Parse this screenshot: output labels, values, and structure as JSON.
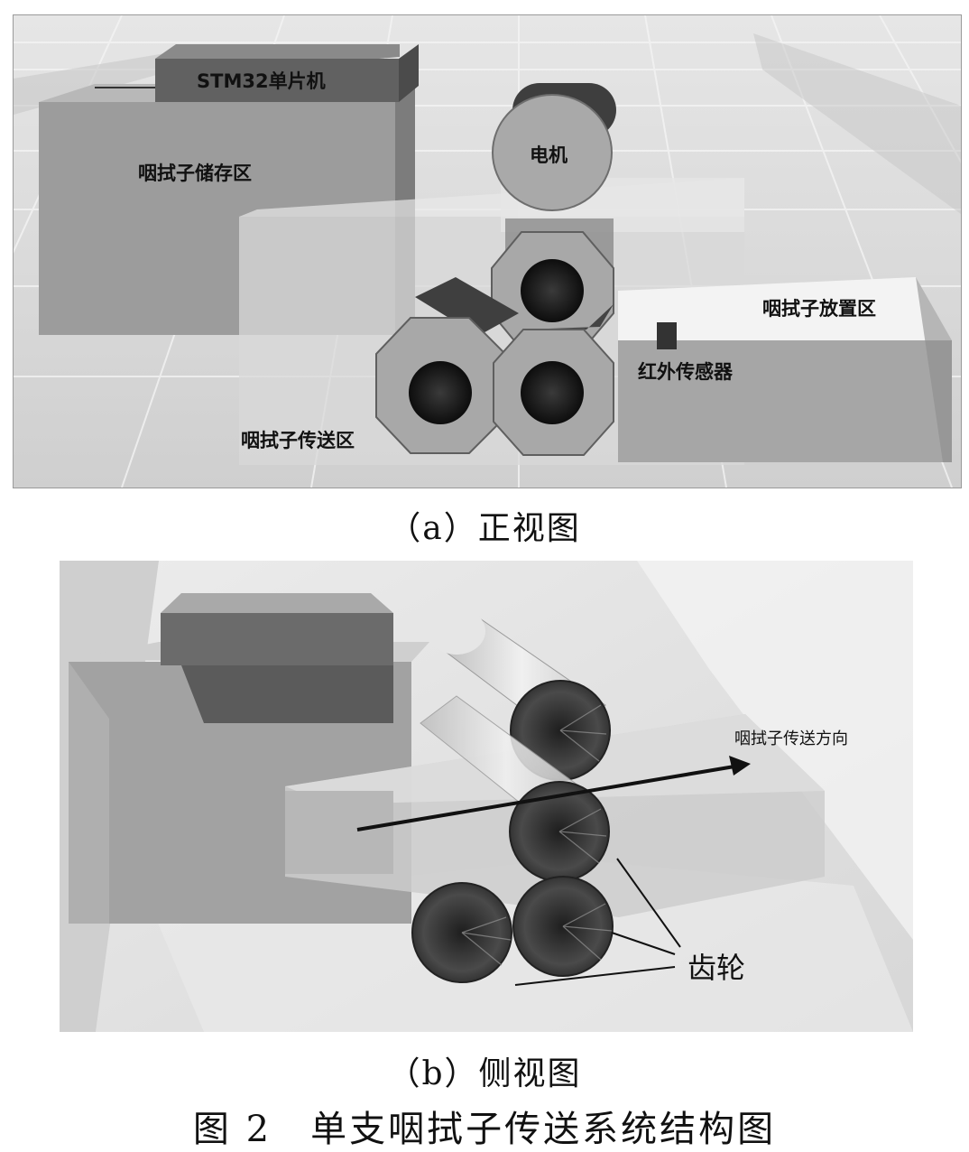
{
  "front_view": {
    "labels": {
      "mcu": "STM32单片机",
      "storage": "咽拭子储存区",
      "motor": "电机",
      "placement": "咽拭子放置区",
      "sensor": "红外传感器",
      "transfer": "咽拭子传送区"
    },
    "caption": "（a）正视图"
  },
  "side_view": {
    "labels": {
      "direction": "咽拭子传送方向",
      "gear": "齿轮"
    },
    "caption": "（b）侧视图"
  },
  "figure_title": "图 2　单支咽拭子传送系统结构图"
}
